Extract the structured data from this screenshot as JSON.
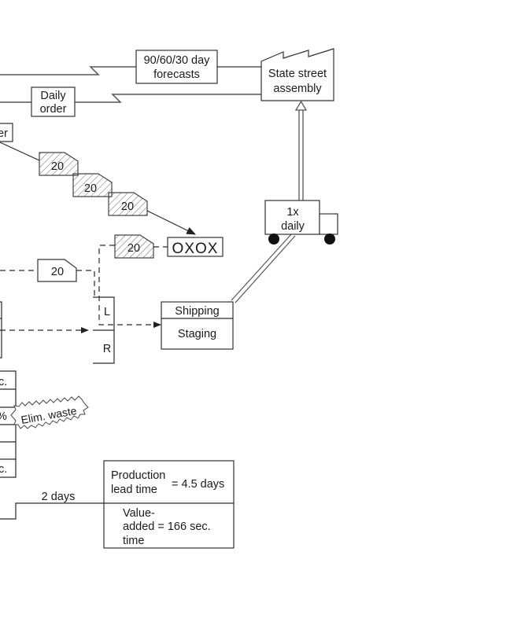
{
  "info_flow": {
    "forecast_label_line1": "90/60/30 day",
    "forecast_label_line2": "forecasts",
    "daily_order_line1": "Daily",
    "daily_order_line2": "order",
    "partial_box_text": "er"
  },
  "customer": {
    "name_line1": "State street",
    "name_line2": "assembly"
  },
  "kanbans": {
    "withdrawal_1": "20",
    "withdrawal_2": "20",
    "withdrawal_3": "20",
    "production_kanban": "20",
    "batch_kanban": "20",
    "load_leveling": "OXOX"
  },
  "truck": {
    "frequency_line1": "1x",
    "frequency_line2": "daily"
  },
  "supermarket": {
    "left_label": "L",
    "right_label": "R"
  },
  "shipping": {
    "top_label": "Shipping",
    "bottom_label": "Staging"
  },
  "data_box_partial": {
    "row1": "c.",
    "row3": "%",
    "row6": "c."
  },
  "kaizen_burst": "Elim. waste",
  "timeline": {
    "segment_label": "2 days"
  },
  "summary": {
    "production_label_line1": "Production",
    "production_label_line2": "lead time",
    "production_value": "= 4.5 days",
    "value_added_line1": "Value-",
    "value_added_line2": "added = 166 sec.",
    "value_added_line3": "time"
  },
  "colors": {
    "line": "#2a2a2a",
    "hatch": "#555555",
    "truck_wheel": "#111111"
  }
}
